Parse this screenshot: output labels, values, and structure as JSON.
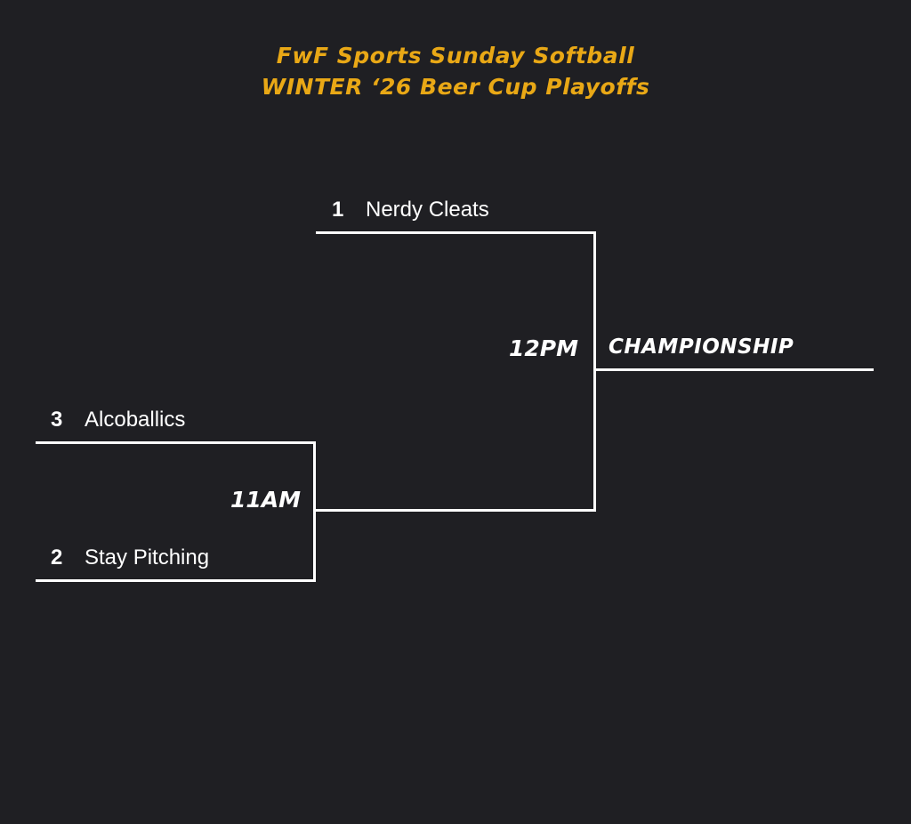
{
  "header": {
    "title_line1": "FwF Sports Sunday Softball",
    "title_line2": "WINTER ‘26 Beer Cup Playoffs"
  },
  "bracket": {
    "teams": [
      {
        "seed": "1",
        "name": "Nerdy Cleats"
      },
      {
        "seed": "3",
        "name": "Alcoballics"
      },
      {
        "seed": "2",
        "name": "Stay Pitching"
      }
    ],
    "games": {
      "semifinal_time": "11AM",
      "final_time": "12PM",
      "final_label": "CHAMPIONSHIP"
    }
  },
  "colors": {
    "background": "#1f1f23",
    "title": "#e9a816",
    "lines": "#ffffff"
  }
}
